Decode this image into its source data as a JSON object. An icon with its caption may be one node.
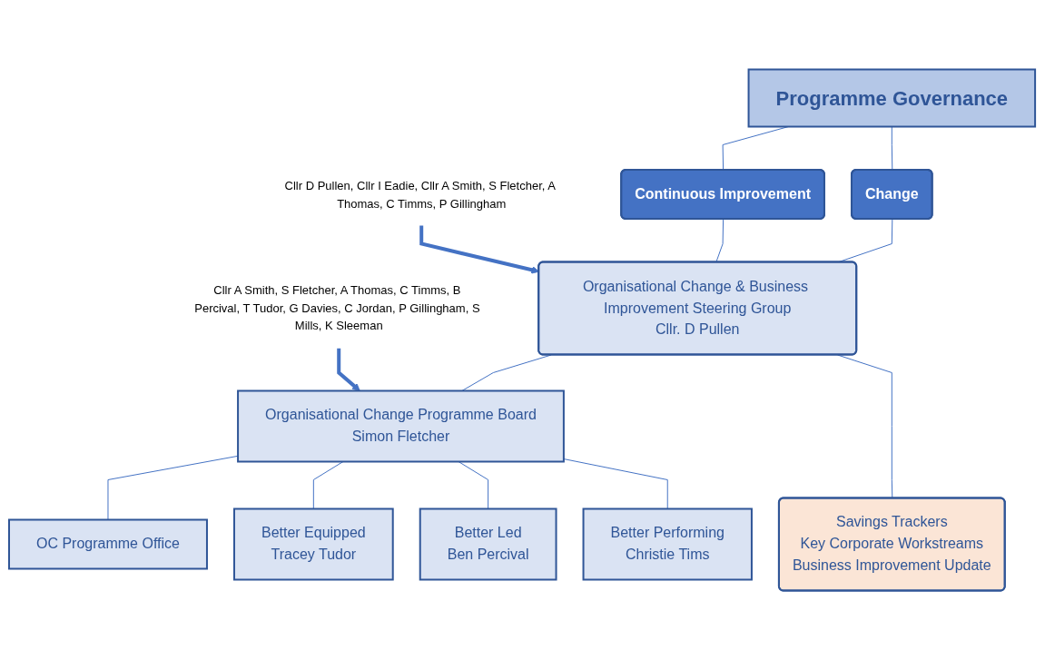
{
  "diagram": {
    "nodes": [
      {
        "text": [
          "Programme Governance"
        ]
      },
      {
        "text": [
          "Change"
        ]
      },
      {
        "text": [
          "Continuous Improvement"
        ]
      },
      {
        "text": [
          "Organisational Change & Business Improvement Steering Group",
          "Cllr. D Pullen"
        ]
      },
      {
        "text": [
          "Organisational Change Programme Board",
          "Simon Fletcher"
        ]
      },
      {
        "text": [
          "Savings Trackers",
          "Key Corporate Workstreams",
          "Business Improvement Update"
        ]
      },
      {
        "text": [
          "OC Programme Office"
        ]
      },
      {
        "text": [
          "Better Equipped",
          "Tracey Tudor"
        ]
      },
      {
        "text": [
          "Better Led",
          "Ben Percival"
        ]
      },
      {
        "text": [
          "Better Performing",
          "Christie Tims"
        ]
      },
      {
        "text": [
          "Cllr D Pullen, Cllr I Eadie, Cllr A Smith, S Fletcher, A Thomas, C Timms, P Gillingham"
        ]
      },
      {
        "text": [
          "Cllr A Smith, S Fletcher, A Thomas, C Timms, B Percival, T Tudor, G Davies, C Jordan, P Gillingham, S Mills, K Sleeman"
        ]
      }
    ],
    "edges": [
      {
        "from": 0,
        "to": 1,
        "arrow": "none"
      },
      {
        "from": 0,
        "to": 2,
        "arrow": "none"
      },
      {
        "from": 1,
        "to": 3,
        "arrow": "none"
      },
      {
        "from": 2,
        "to": 3,
        "arrow": "none"
      },
      {
        "from": 3,
        "to": 4,
        "arrow": "none"
      },
      {
        "from": 3,
        "to": 5,
        "arrow": "none"
      },
      {
        "from": 4,
        "to": 6,
        "arrow": "none"
      },
      {
        "from": 4,
        "to": 7,
        "arrow": "none"
      },
      {
        "from": 4,
        "to": 8,
        "arrow": "none"
      },
      {
        "from": 4,
        "to": 9,
        "arrow": "none"
      },
      {
        "from": 10,
        "to": 3,
        "arrow": "to",
        "style": "thick",
        "color": "#4472c4"
      },
      {
        "from": 11,
        "to": 4,
        "arrow": "to",
        "style": "thick",
        "color": "#4472c4"
      }
    ]
  }
}
